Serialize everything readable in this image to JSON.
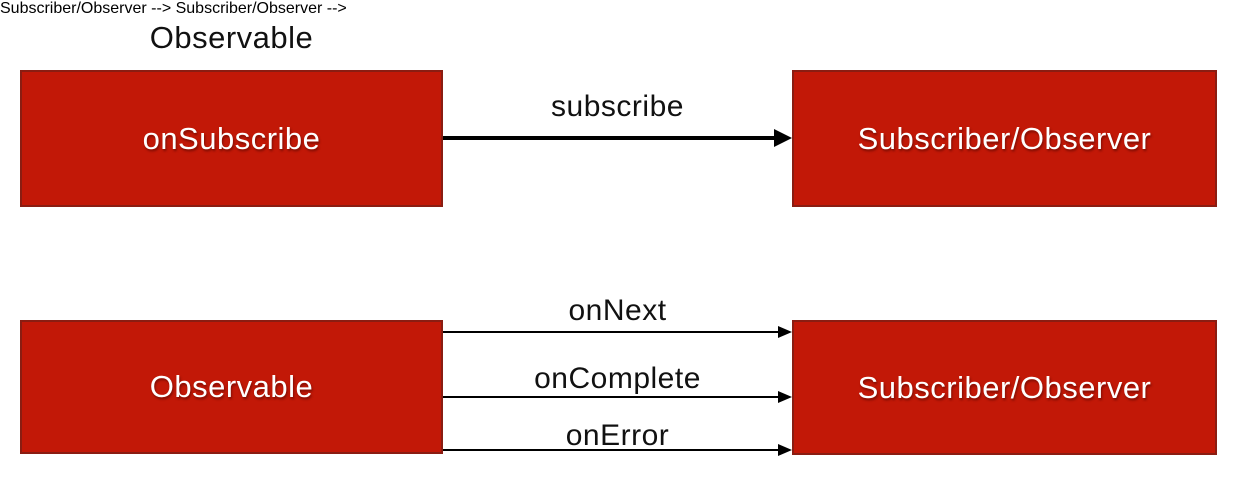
{
  "diagram": {
    "title_top": "Observable",
    "top_flow": {
      "source_box": "onSubscribe",
      "arrow_label": "subscribe",
      "target_box": "Subscriber/Observer"
    },
    "bottom_flow": {
      "source_box": "Observable",
      "arrows": [
        "onNext",
        "onComplete",
        "onError"
      ],
      "target_box": "Subscriber/Observer"
    },
    "colors": {
      "background": "#ffffff",
      "box_fill": "#c21807",
      "box_border": "#8a1d12",
      "box_text": "#ffffff",
      "arrow": "#000000",
      "label_text": "#111111"
    }
  }
}
